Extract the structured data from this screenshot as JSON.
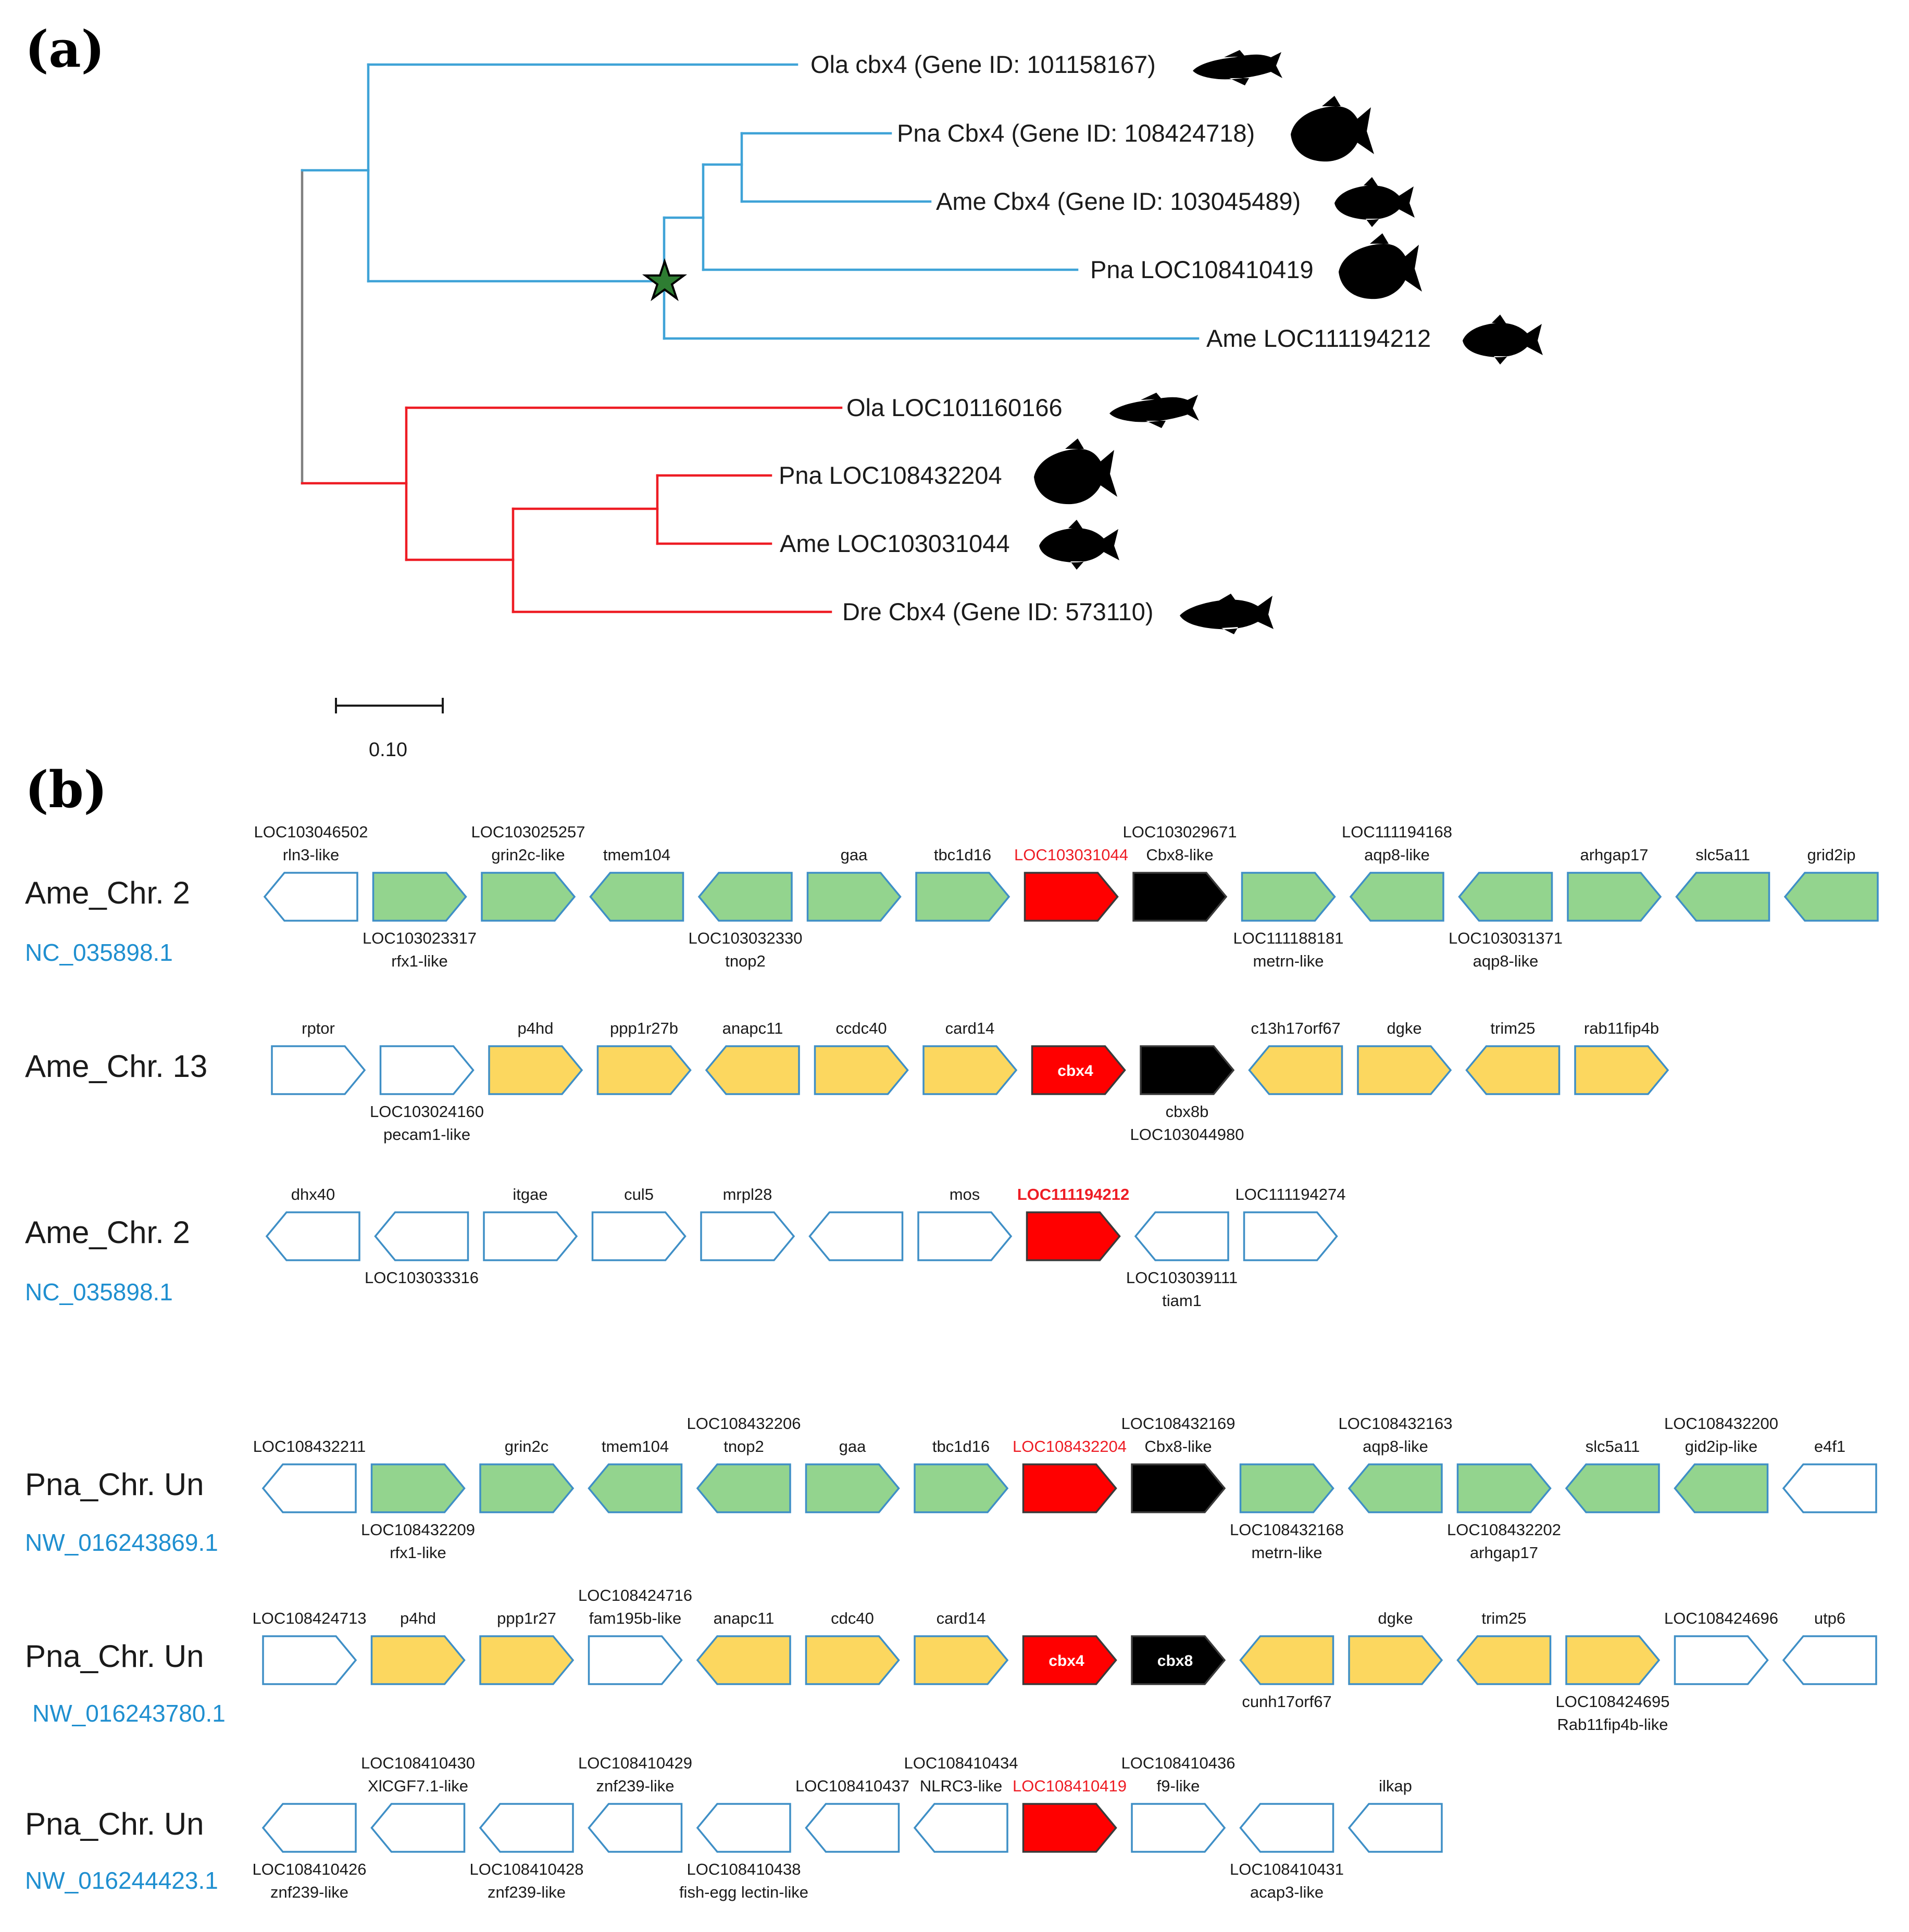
{
  "panels": {
    "a": "(a)",
    "b": "(b)"
  },
  "colors": {
    "teleost_clade": "#3fa3d7",
    "otophysi_clade": "#ee1c24",
    "root_branch": "#808080",
    "duplication_star": "#2e7d32",
    "gene_outline": "#3f8fc6",
    "conserved_cbx4_locus": "#93d48e",
    "conserved_cbx8_locus": "#fcd75f",
    "cbx4_gene": "#ff0000",
    "cbx8_gene": "#000000",
    "other_gene": "#ffffff",
    "accession_text": "#1f8fd0"
  },
  "tree": {
    "leaves": [
      "Ola cbx4 (Gene ID: 101158167)",
      "Pna Cbx4 (Gene ID: 108424718)",
      "Ame Cbx4 (Gene ID: 103045489)",
      "Pna LOC108410419",
      "Ame LOC111194212",
      "Ola LOC101160166",
      "Pna LOC108432204",
      "Ame LOC103031044",
      "Dre Cbx4 (Gene ID: 573110)"
    ],
    "scale_bar": "0.10",
    "duplication_marker": "star-icon"
  },
  "synteny": {
    "rows": [
      {
        "chromosome": "Ame_Chr. 2",
        "accession": "NC_035898.1",
        "genes": [
          {
            "dir": "L",
            "fill": "white",
            "above": [
              "LOC103046502",
              "rln3-like"
            ]
          },
          {
            "dir": "R",
            "fill": "green",
            "below": [
              "LOC103023317",
              "rfx1-like"
            ]
          },
          {
            "dir": "R",
            "fill": "green",
            "above": [
              "LOC103025257",
              "grin2c-like"
            ]
          },
          {
            "dir": "L",
            "fill": "green",
            "above": [
              "tmem104"
            ]
          },
          {
            "dir": "L",
            "fill": "green",
            "below": [
              "LOC103032330",
              "tnop2"
            ]
          },
          {
            "dir": "R",
            "fill": "green",
            "above": [
              "gaa"
            ]
          },
          {
            "dir": "R",
            "fill": "green",
            "above": [
              "tbc1d16"
            ]
          },
          {
            "dir": "R",
            "fill": "red",
            "above": [
              "LOC103031044"
            ],
            "above_color": "red"
          },
          {
            "dir": "R",
            "fill": "black",
            "above": [
              "LOC103029671",
              "Cbx8-like"
            ]
          },
          {
            "dir": "R",
            "fill": "green",
            "below": [
              "LOC111188181",
              "metrn-like"
            ]
          },
          {
            "dir": "L",
            "fill": "green",
            "above": [
              "LOC111194168",
              "aqp8-like"
            ]
          },
          {
            "dir": "L",
            "fill": "green",
            "below": [
              "LOC103031371",
              "aqp8-like"
            ]
          },
          {
            "dir": "R",
            "fill": "green",
            "above": [
              "arhgap17"
            ]
          },
          {
            "dir": "L",
            "fill": "green",
            "above": [
              "slc5a11"
            ]
          },
          {
            "dir": "L",
            "fill": "green",
            "above": [
              "grid2ip"
            ]
          }
        ]
      },
      {
        "chromosome": "Ame_Chr. 13",
        "accession": "",
        "genes": [
          {
            "dir": "R",
            "fill": "white",
            "above": [
              "rptor"
            ]
          },
          {
            "dir": "R",
            "fill": "white",
            "below": [
              "LOC103024160",
              "pecam1-like"
            ]
          },
          {
            "dir": "R",
            "fill": "yellow",
            "above": [
              "p4hd"
            ]
          },
          {
            "dir": "R",
            "fill": "yellow",
            "above": [
              "ppp1r27b"
            ]
          },
          {
            "dir": "L",
            "fill": "yellow",
            "above": [
              "anapc11"
            ]
          },
          {
            "dir": "R",
            "fill": "yellow",
            "above": [
              "ccdc40"
            ]
          },
          {
            "dir": "R",
            "fill": "yellow",
            "above": [
              "card14"
            ]
          },
          {
            "dir": "R",
            "fill": "red",
            "inside": "cbx4"
          },
          {
            "dir": "R",
            "fill": "black",
            "below": [
              "cbx8b",
              "LOC103044980"
            ]
          },
          {
            "dir": "L",
            "fill": "yellow",
            "above": [
              "c13h17orf67"
            ]
          },
          {
            "dir": "R",
            "fill": "yellow",
            "above": [
              "dgke"
            ]
          },
          {
            "dir": "L",
            "fill": "yellow",
            "above": [
              "trim25"
            ]
          },
          {
            "dir": "R",
            "fill": "yellow",
            "above": [
              "rab11fip4b"
            ]
          }
        ]
      },
      {
        "chromosome": "Ame_Chr. 2",
        "accession": "NC_035898.1",
        "genes": [
          {
            "dir": "L",
            "fill": "white",
            "above": [
              "dhx40"
            ]
          },
          {
            "dir": "L",
            "fill": "white",
            "below": [
              "LOC103033316"
            ]
          },
          {
            "dir": "R",
            "fill": "white",
            "above": [
              "itgae"
            ]
          },
          {
            "dir": "R",
            "fill": "white",
            "above": [
              "cul5"
            ]
          },
          {
            "dir": "R",
            "fill": "white",
            "above": [
              "mrpl28"
            ]
          },
          {
            "dir": "L",
            "fill": "white"
          },
          {
            "dir": "R",
            "fill": "white",
            "above": [
              "mos"
            ]
          },
          {
            "dir": "R",
            "fill": "red",
            "above": [
              "LOC111194212"
            ],
            "above_color": "red",
            "above_bold": true
          },
          {
            "dir": "L",
            "fill": "white",
            "below": [
              "LOC103039111",
              "tiam1"
            ]
          },
          {
            "dir": "R",
            "fill": "white",
            "above": [
              "LOC111194274"
            ]
          }
        ]
      },
      {
        "chromosome": "Pna_Chr. Un",
        "accession": "NW_016243869.1",
        "genes": [
          {
            "dir": "L",
            "fill": "white",
            "above": [
              "LOC108432211"
            ]
          },
          {
            "dir": "R",
            "fill": "green",
            "below": [
              "LOC108432209",
              "rfx1-like"
            ]
          },
          {
            "dir": "R",
            "fill": "green",
            "above": [
              "grin2c"
            ]
          },
          {
            "dir": "L",
            "fill": "green",
            "above": [
              "tmem104"
            ]
          },
          {
            "dir": "L",
            "fill": "green",
            "above": [
              "LOC108432206",
              "tnop2"
            ]
          },
          {
            "dir": "R",
            "fill": "green",
            "above": [
              "gaa"
            ]
          },
          {
            "dir": "R",
            "fill": "green",
            "above": [
              "tbc1d16"
            ]
          },
          {
            "dir": "R",
            "fill": "red",
            "above": [
              "LOC108432204"
            ],
            "above_color": "red"
          },
          {
            "dir": "R",
            "fill": "black",
            "above": [
              "LOC108432169",
              "Cbx8-like"
            ]
          },
          {
            "dir": "R",
            "fill": "green",
            "below": [
              "LOC108432168",
              "metrn-like"
            ]
          },
          {
            "dir": "L",
            "fill": "green",
            "above": [
              "LOC108432163",
              "aqp8-like"
            ]
          },
          {
            "dir": "R",
            "fill": "green",
            "below": [
              "LOC108432202",
              "arhgap17"
            ]
          },
          {
            "dir": "L",
            "fill": "green",
            "above": [
              "slc5a11"
            ]
          },
          {
            "dir": "L",
            "fill": "green",
            "above": [
              "LOC108432200",
              "gid2ip-like"
            ]
          },
          {
            "dir": "L",
            "fill": "white",
            "above": [
              "e4f1"
            ]
          }
        ]
      },
      {
        "chromosome": "Pna_Chr. Un",
        "accession": "NW_016243780.1",
        "genes": [
          {
            "dir": "R",
            "fill": "white",
            "above": [
              "LOC108424713"
            ]
          },
          {
            "dir": "R",
            "fill": "yellow",
            "above": [
              "p4hd"
            ]
          },
          {
            "dir": "R",
            "fill": "yellow",
            "above": [
              "ppp1r27"
            ]
          },
          {
            "dir": "R",
            "fill": "white",
            "above": [
              "LOC108424716",
              "fam195b-like"
            ]
          },
          {
            "dir": "L",
            "fill": "yellow",
            "above": [
              "anapc11"
            ]
          },
          {
            "dir": "R",
            "fill": "yellow",
            "above": [
              "cdc40"
            ]
          },
          {
            "dir": "R",
            "fill": "yellow",
            "above": [
              "card14"
            ]
          },
          {
            "dir": "R",
            "fill": "red",
            "inside": "cbx4"
          },
          {
            "dir": "R",
            "fill": "black",
            "inside": "cbx8"
          },
          {
            "dir": "L",
            "fill": "yellow",
            "below": [
              "cunh17orf67"
            ]
          },
          {
            "dir": "R",
            "fill": "yellow",
            "above": [
              "dgke"
            ]
          },
          {
            "dir": "L",
            "fill": "yellow",
            "above": [
              "trim25"
            ]
          },
          {
            "dir": "R",
            "fill": "yellow",
            "below": [
              "LOC108424695",
              "Rab11fip4b-like"
            ]
          },
          {
            "dir": "R",
            "fill": "white",
            "above": [
              "LOC108424696"
            ]
          },
          {
            "dir": "L",
            "fill": "white",
            "above": [
              "utp6"
            ]
          }
        ]
      },
      {
        "chromosome": "Pna_Chr. Un",
        "accession": "NW_016244423.1",
        "genes": [
          {
            "dir": "L",
            "fill": "white",
            "below": [
              "LOC108410426",
              "znf239-like"
            ]
          },
          {
            "dir": "L",
            "fill": "white",
            "above": [
              "LOC108410430",
              "XlCGF7.1-like"
            ]
          },
          {
            "dir": "L",
            "fill": "white",
            "below": [
              "LOC108410428",
              "znf239-like"
            ]
          },
          {
            "dir": "L",
            "fill": "white",
            "above": [
              "LOC108410429",
              "znf239-like"
            ]
          },
          {
            "dir": "L",
            "fill": "white",
            "below": [
              "LOC108410438",
              "fish-egg lectin-like"
            ]
          },
          {
            "dir": "L",
            "fill": "white",
            "above": [
              "LOC108410437"
            ]
          },
          {
            "dir": "L",
            "fill": "white",
            "above": [
              "LOC108410434",
              "NLRC3-like"
            ]
          },
          {
            "dir": "R",
            "fill": "red",
            "above": [
              "LOC108410419"
            ],
            "above_color": "red"
          },
          {
            "dir": "R",
            "fill": "white",
            "above": [
              "LOC108410436",
              "f9-like"
            ]
          },
          {
            "dir": "L",
            "fill": "white",
            "below": [
              "LOC108410431",
              "acap3-like"
            ]
          },
          {
            "dir": "L",
            "fill": "white",
            "above": [
              "ilkap"
            ]
          }
        ]
      }
    ]
  }
}
